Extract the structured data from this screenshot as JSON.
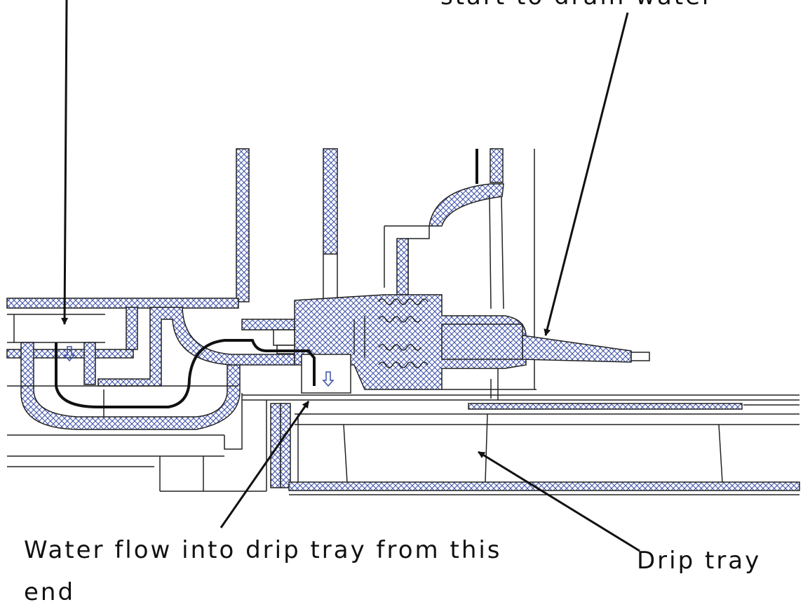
{
  "labels": {
    "top_right": "start to drain water",
    "bottom_left_line1": "Water flow into drip tray from this",
    "bottom_left_line2": "end",
    "bottom_right": "Drip tray"
  },
  "colors": {
    "hatch": "#3b4fa8",
    "line": "#222222",
    "background": "#ffffff"
  },
  "icons": {
    "flow_arrows": "down-arrow-outline"
  }
}
